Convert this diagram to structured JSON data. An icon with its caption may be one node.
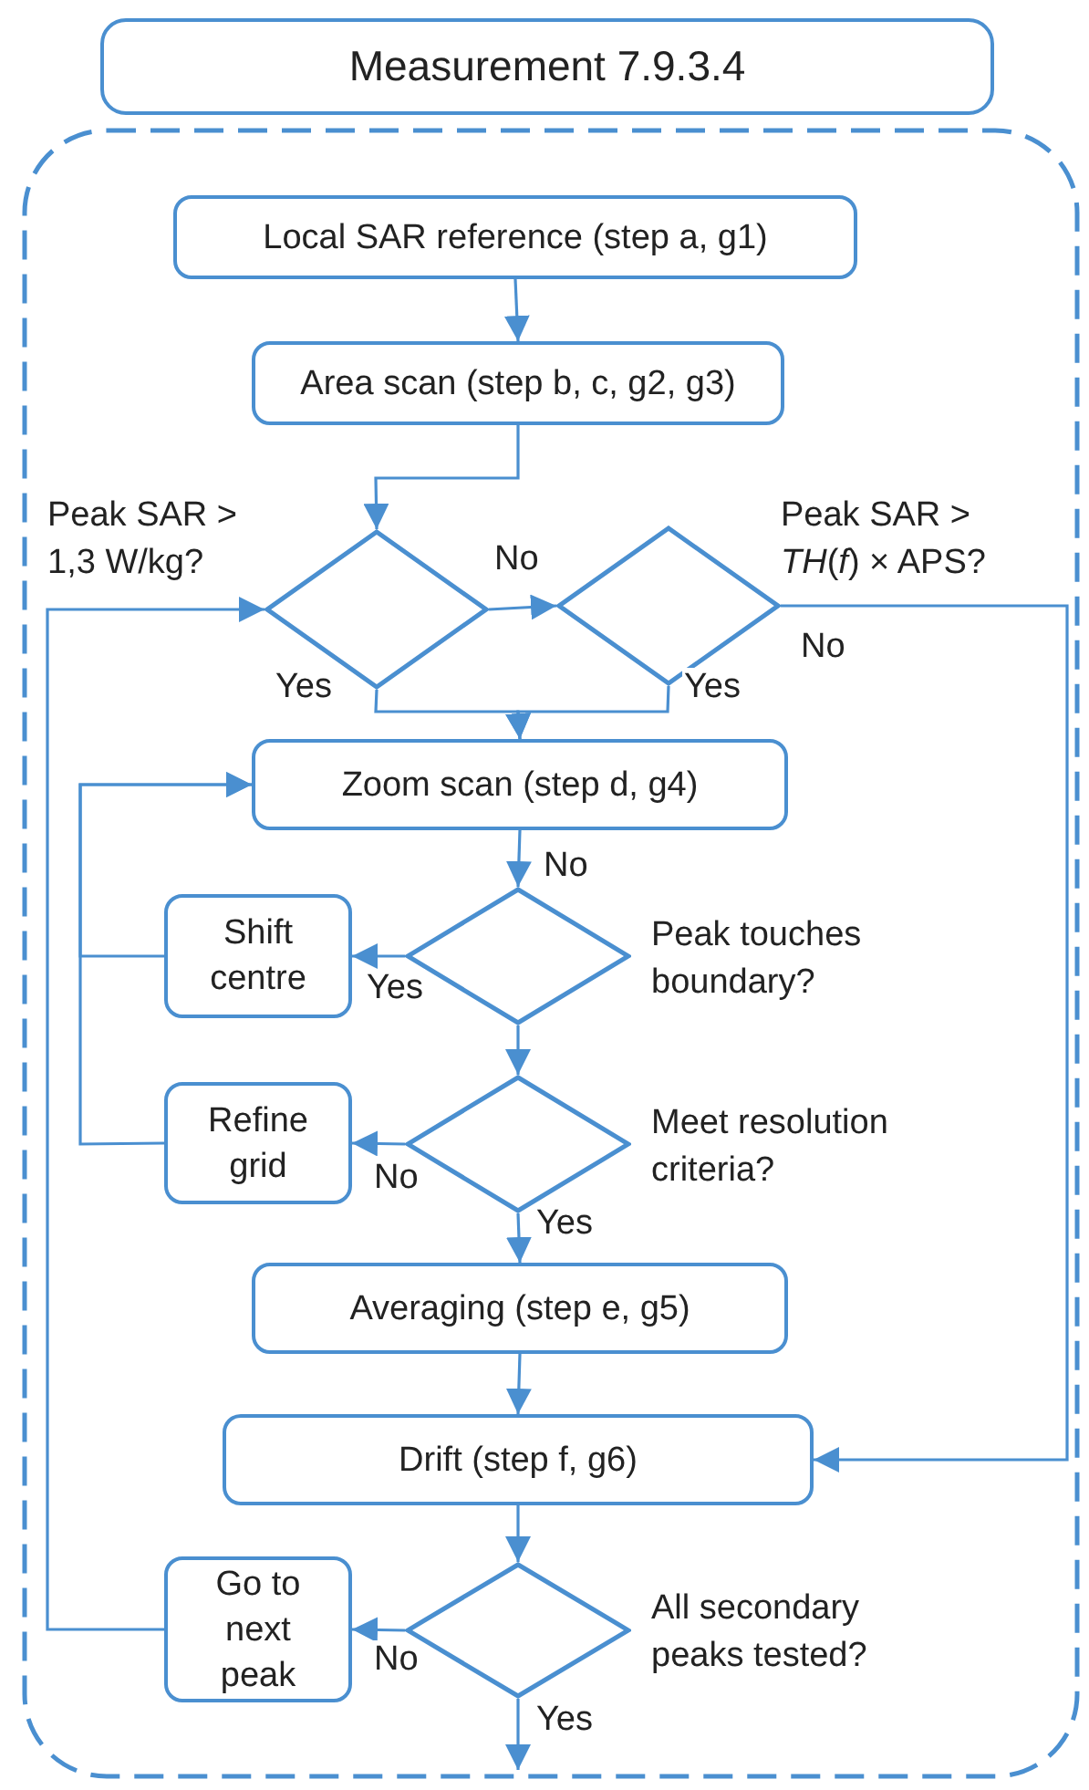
{
  "diagram": {
    "nodes": [
      {
        "text": [
          "Measurement 7.9.3.4"
        ]
      },
      {
        "text": [],
        "shape": "box"
      },
      {
        "text": [
          "Local SAR reference (step a, g1)"
        ],
        "in": 1
      },
      {
        "text": [
          "Area scan (step b, c, g2, g3)"
        ],
        "in": 1
      },
      {
        "text": [
          "Peak SAR > 1,3 W/kg?"
        ],
        "in": 1
      },
      {
        "text": [
          "Peak SAR > *TH*(*f*) × APS?"
        ],
        "in": 1
      },
      {
        "text": [
          "Zoom scan (step d, g4)"
        ],
        "in": 1
      },
      {
        "text": [
          "Peak touches boundary?"
        ],
        "in": 1
      },
      {
        "text": [
          "Shift centre"
        ],
        "in": 1
      },
      {
        "text": [
          "Meet resolution criteria?"
        ],
        "in": 1
      },
      {
        "text": [
          "Refine grid"
        ],
        "in": 1
      },
      {
        "text": [
          "Averaging (step e, g5)"
        ],
        "in": 1
      },
      {
        "text": [
          "Drift (step f, g6)"
        ],
        "in": 1
      },
      {
        "text": [
          "All secondary peaks tested?"
        ],
        "in": 1
      },
      {
        "text": [
          "Go to next peak"
        ],
        "in": 1
      }
    ],
    "edges": [
      {
        "from": 2,
        "to": 3,
        "arrow": "to"
      },
      {
        "from": 3,
        "to": 4,
        "arrow": "to"
      },
      {
        "from": 4,
        "to": 5,
        "arrow": "to",
        "label": "No"
      },
      {
        "from": 4,
        "to": 6,
        "arrow": "to",
        "label": "Yes"
      },
      {
        "from": 5,
        "to": 6,
        "arrow": "to",
        "label": "Yes"
      },
      {
        "from": 5,
        "to": 12,
        "arrow": "to",
        "label": "No"
      },
      {
        "from": 6,
        "to": 7,
        "arrow": "to",
        "label": "No"
      },
      {
        "from": 7,
        "to": 8,
        "arrow": "to",
        "label": "Yes"
      },
      {
        "from": 7,
        "to": 9,
        "arrow": "to"
      },
      {
        "from": 8,
        "to": 6,
        "arrow": "to"
      },
      {
        "from": 9,
        "to": 10,
        "arrow": "to",
        "label": "No"
      },
      {
        "from": 10,
        "to": 6,
        "arrow": "to"
      },
      {
        "from": 9,
        "to": 11,
        "arrow": "to",
        "label": "Yes"
      },
      {
        "from": 11,
        "to": 12,
        "arrow": "to"
      },
      {
        "from": 12,
        "to": 13,
        "arrow": "to"
      },
      {
        "from": 13,
        "to": 14,
        "arrow": "to",
        "label": "No"
      },
      {
        "from": 14,
        "to": 4,
        "arrow": "to"
      },
      {
        "from": 13,
        "to": null,
        "arrow": "to",
        "label": "Yes"
      }
    ]
  }
}
